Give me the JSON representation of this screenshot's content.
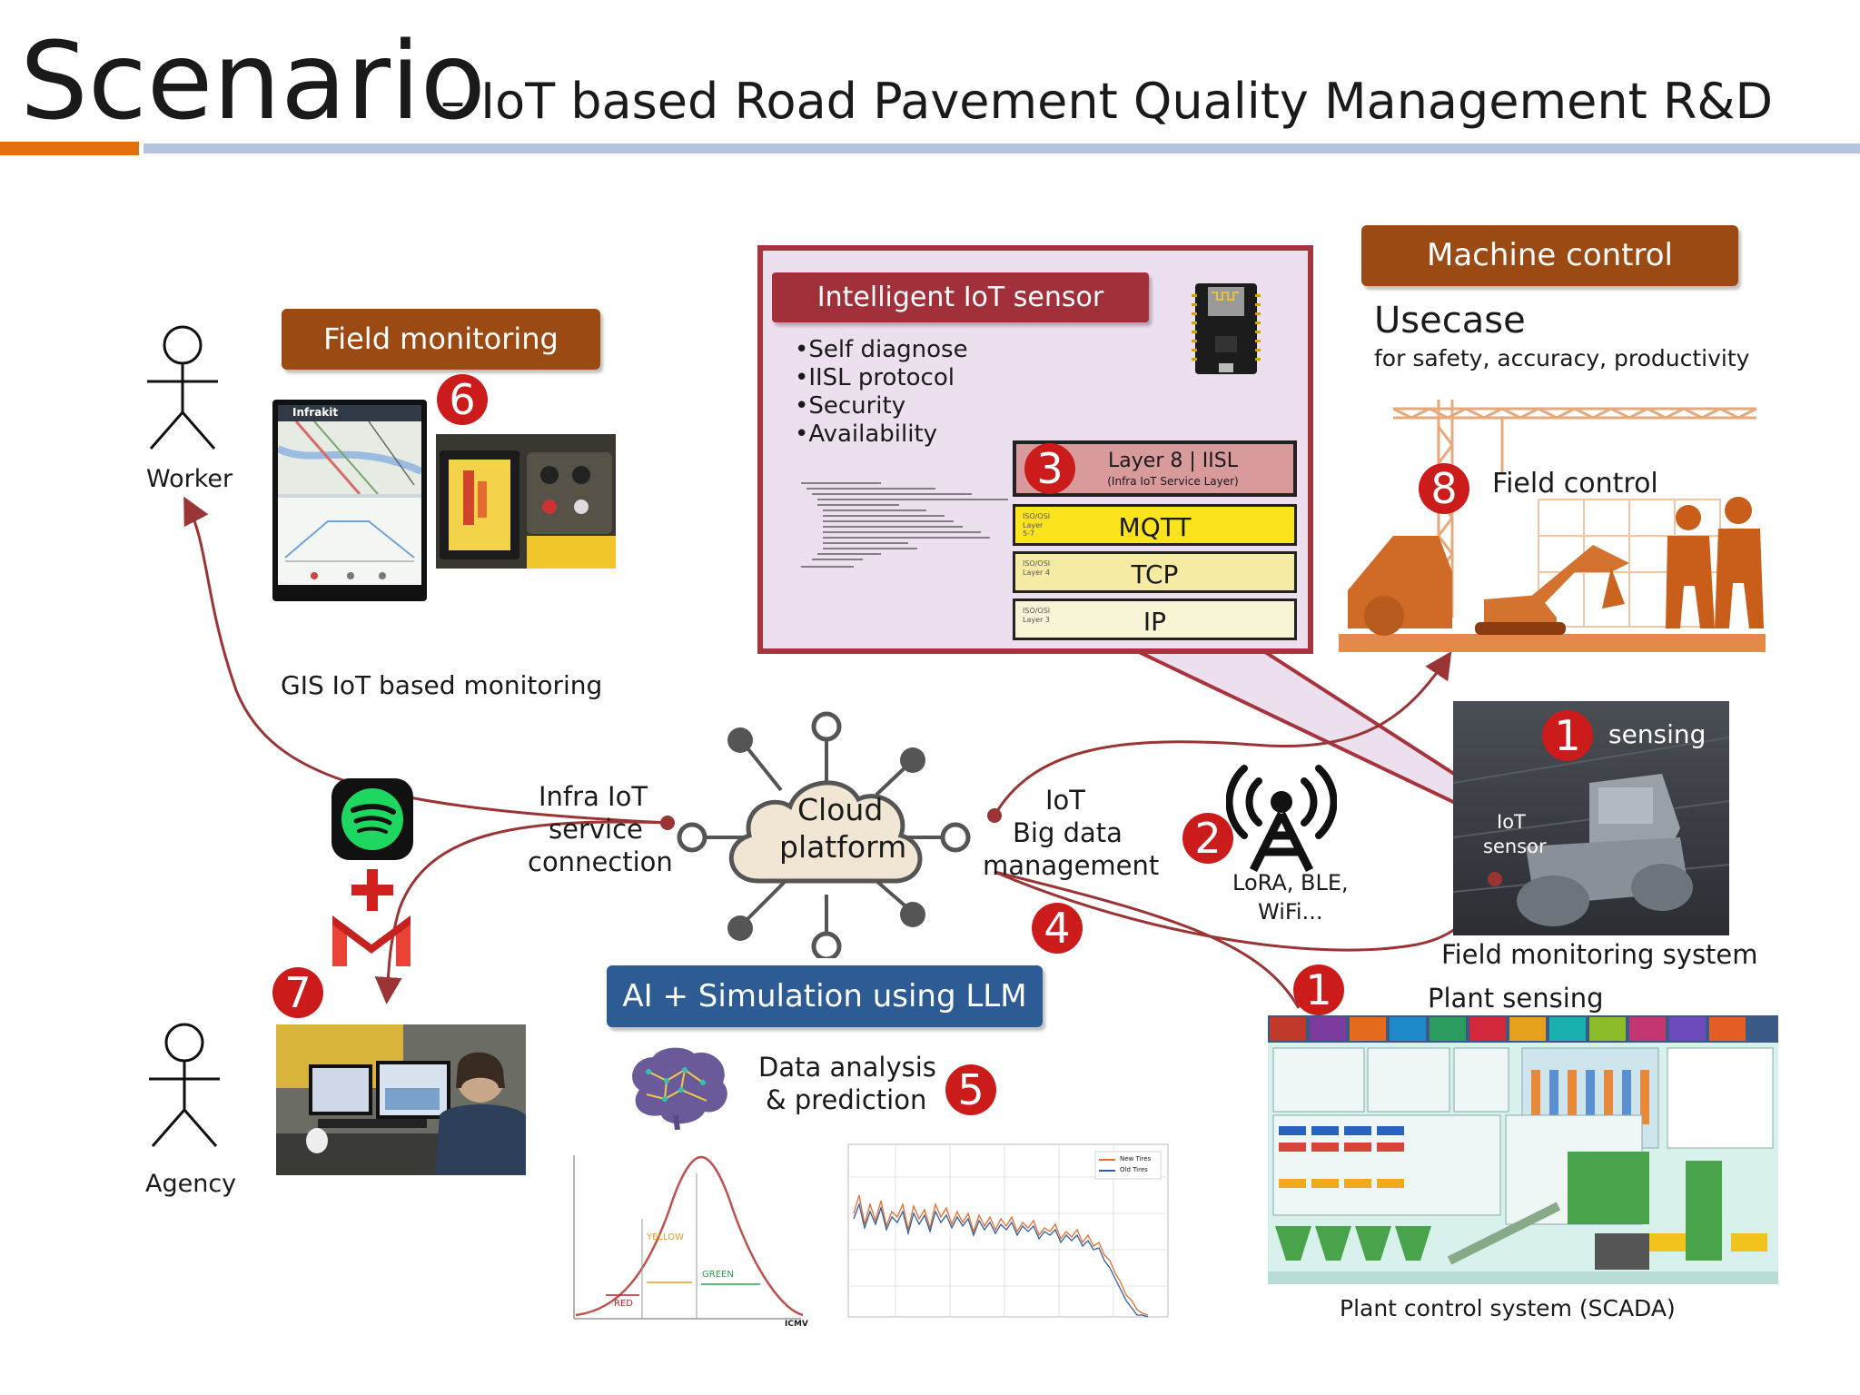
{
  "title": {
    "main": "Scenario",
    "sub": "– IoT based Road Pavement Quality Management R&D"
  },
  "headers": {
    "field_monitoring": "Field monitoring",
    "machine_control": "Machine control",
    "iot_sensor": "Intelligent IoT sensor",
    "ai_simulation": "AI + Simulation using LLM"
  },
  "actors": {
    "worker": "Worker",
    "agency": "Agency"
  },
  "sensor_panel": {
    "bullets": [
      "•Self diagnose",
      "•IISL protocol",
      "•Security",
      "•Availability"
    ],
    "layers": [
      {
        "label": "Layer 8 | IISL",
        "sub": "(Infra IoT Service Layer)",
        "tag": ""
      },
      {
        "label": "MQTT",
        "sub": "",
        "tag": "ISO/OSI Layer 5-7"
      },
      {
        "label": "TCP",
        "sub": "",
        "tag": "ISO/OSI Layer 4"
      },
      {
        "label": "IP",
        "sub": "",
        "tag": "ISO/OSI Layer 3"
      }
    ]
  },
  "usecase": {
    "title": "Usecase",
    "subtitle": "for safety, accuracy, productivity",
    "field_control": "Field control"
  },
  "labels": {
    "gis_monitoring": "GIS IoT based monitoring",
    "infra_iot_line1": "Infra IoT",
    "infra_iot_line2": "service",
    "infra_iot_line3": "connection",
    "cloud_line1": "Cloud",
    "cloud_line2": "platform",
    "bigdata_line1": "IoT",
    "bigdata_line2": "Big data",
    "bigdata_line3": "management",
    "wireless_line1": "LoRA, BLE,",
    "wireless_line2": "WiFi...",
    "sensing": "sensing",
    "iot_sensor_line1": "IoT",
    "iot_sensor_line2": "sensor",
    "field_monitoring_system": "Field monitoring system",
    "plant_sensing": "Plant sensing",
    "scada": "Plant control system (SCADA)",
    "analysis_line1": "Data analysis",
    "analysis_line2": "& prediction",
    "app_brand": "Infrakit",
    "bell_yellow": "YELLOW",
    "bell_green": "GREEN",
    "bell_red": "RED",
    "bell_xaxis": "ICMV",
    "legend_new": "New Tires",
    "legend_old": "Old Tires"
  },
  "badges": {
    "b1a": "1",
    "b1b": "1",
    "b2": "2",
    "b3": "3",
    "b4": "4",
    "b5": "5",
    "b6": "6",
    "b7": "7",
    "b8": "8"
  },
  "colors": {
    "brown": "#9c4a14",
    "crimson": "#a1303a",
    "navy": "#2d5b94",
    "badge_red": "#cc1b1b",
    "arrow": "#9b3434"
  }
}
